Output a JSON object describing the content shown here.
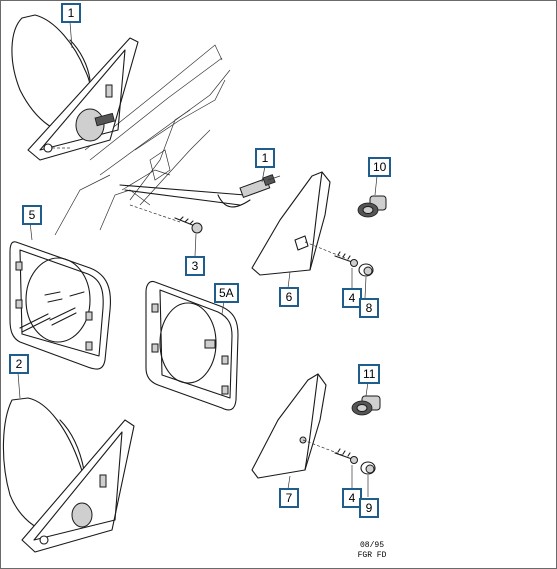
{
  "callouts": {
    "c1_top": "1",
    "c1_rod": "1",
    "c10": "10",
    "c5": "5",
    "c3": "3",
    "c6": "6",
    "c4_upper": "4",
    "c8": "8",
    "c5a": "5A",
    "c2": "2",
    "c11": "11",
    "c7": "7",
    "c4_lower": "4",
    "c9": "9"
  },
  "stamp": {
    "date": "08/95",
    "code": "FGR FD"
  },
  "colors": {
    "callout_border": "#1f5d8c",
    "frame": "#6a6a6a",
    "ink": "#1a1a1a"
  }
}
